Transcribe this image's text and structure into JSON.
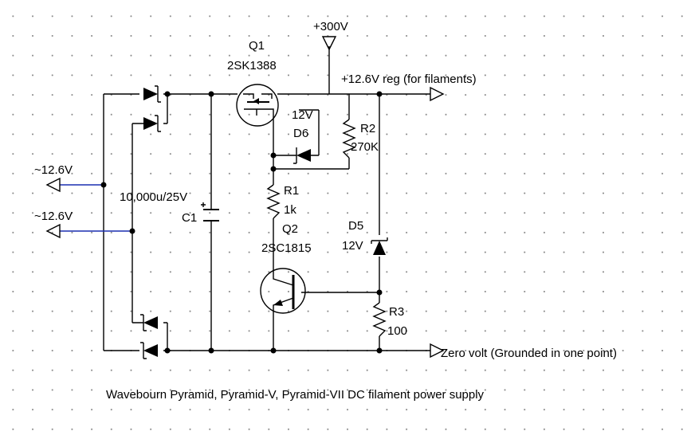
{
  "title": "Wavebourn Pyramid, Pyramid-V, Pyramid-VII DC filament power supply",
  "nets": {
    "ac_in_1": "~12.6V",
    "ac_in_2": "~12.6V",
    "hv": "+300V",
    "out": "+12.6V reg (for filaments)",
    "gnd": "Zero volt (Grounded in one point)"
  },
  "components": {
    "q1": {
      "ref": "Q1",
      "value": "2SK1388"
    },
    "d6": {
      "ref": "D6",
      "value": "12V"
    },
    "r2": {
      "ref": "R2",
      "value": "270K"
    },
    "c1": {
      "ref": "C1",
      "value": "10,000u/25V"
    },
    "r1": {
      "ref": "R1",
      "value": "1k"
    },
    "q2": {
      "ref": "Q2",
      "value": "2SC1815"
    },
    "d5": {
      "ref": "D5",
      "value": "12V"
    },
    "r3": {
      "ref": "R3",
      "value": "100"
    }
  },
  "colors": {
    "wire": "#000000",
    "bus": "#1a2fb0",
    "grid": "#8a8a8a"
  }
}
